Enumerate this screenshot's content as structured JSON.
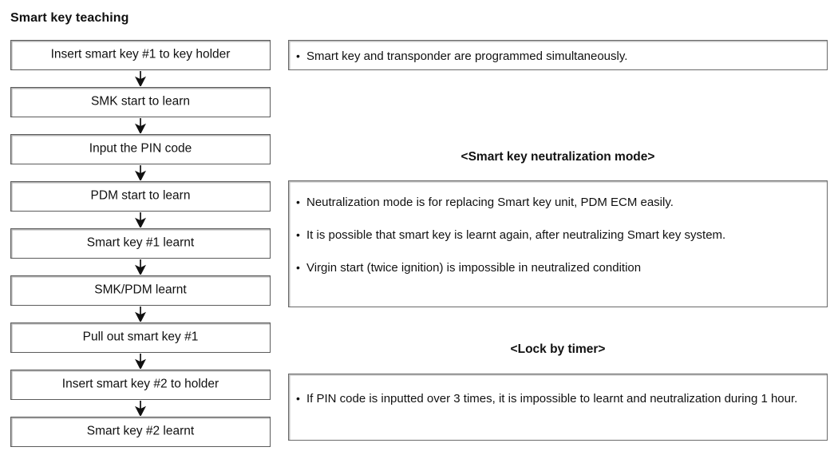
{
  "page_title": "Smart key teaching",
  "flow": {
    "steps": [
      {
        "label": "Insert smart key #1 to key holder"
      },
      {
        "label": "SMK start to learn"
      },
      {
        "label": "Input the PIN code"
      },
      {
        "label": "PDM start to learn"
      },
      {
        "label": "Smart key #1 learnt"
      },
      {
        "label": "SMK/PDM learnt"
      },
      {
        "label": "Pull out smart key #1"
      },
      {
        "label": "Insert smart key #2 to holder"
      },
      {
        "label": "Smart key #2 learnt"
      }
    ],
    "arrow_icon": "arrow-down-icon"
  },
  "notes": {
    "simultaneous": {
      "bullet": "•",
      "items": [
        "Smart key and transponder are programmed simultaneously."
      ]
    },
    "neutralization": {
      "heading": "<Smart key neutralization mode>",
      "bullet": "•",
      "items": [
        "Neutralization mode is for replacing Smart key unit, PDM ECM easily.",
        "It is possible that smart key is learnt again, after neutralizing Smart key system.",
        "Virgin start (twice ignition) is impossible in neutralized condition"
      ]
    },
    "lock_by_timer": {
      "heading": "<Lock by timer>",
      "bullet": "•",
      "items": [
        "If PIN code is inputted over 3 times, it is impossible to learnt and neutralization during 1 hour."
      ]
    }
  },
  "colors": {
    "text": "#111111",
    "box_border": "#5b5b5b",
    "box_shadow": "#b0b0b0",
    "background": "#ffffff"
  }
}
